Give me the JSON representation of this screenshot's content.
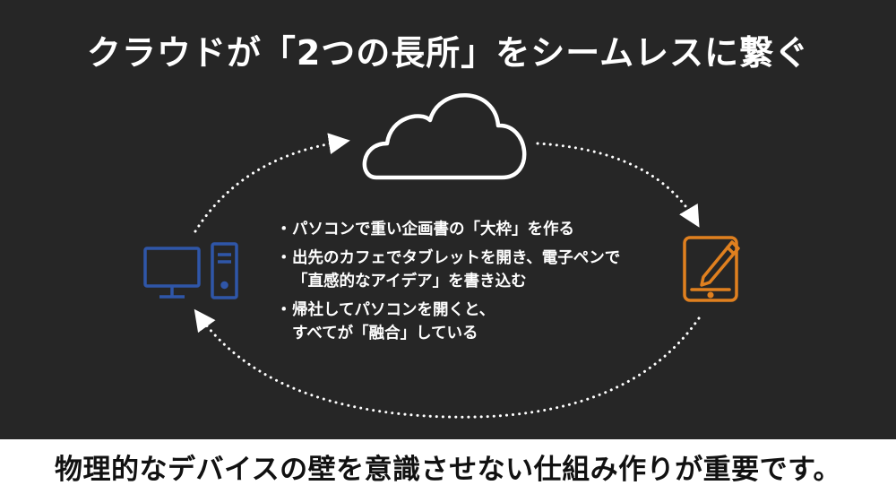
{
  "title": "クラウドが「2つの長所」をシームレスに繋ぐ",
  "bullets": [
    {
      "marker": "・",
      "text": "パソコンで重い企画書の「大枠」を作る"
    },
    {
      "marker": "・",
      "text": "出先のカフェでタブレットを開き、電子ペンで\n「直感的なアイデア」を書き込む"
    },
    {
      "marker": "・",
      "text": "帰社してパソコンを開くと、\nすべてが「融合」している"
    }
  ],
  "caption": "物理的なデバイスの壁を意識させない仕組み作りが重要です。",
  "icons": {
    "cloud": "cloud-icon",
    "pc": "desktop-computer-icon",
    "tablet": "tablet-pen-icon"
  },
  "colors": {
    "background": "#262626",
    "text": "#ffffff",
    "pc_blue": "#2f56a8",
    "tablet_orange": "#e0801f",
    "caption_bg": "#ffffff",
    "caption_text": "#111111"
  }
}
